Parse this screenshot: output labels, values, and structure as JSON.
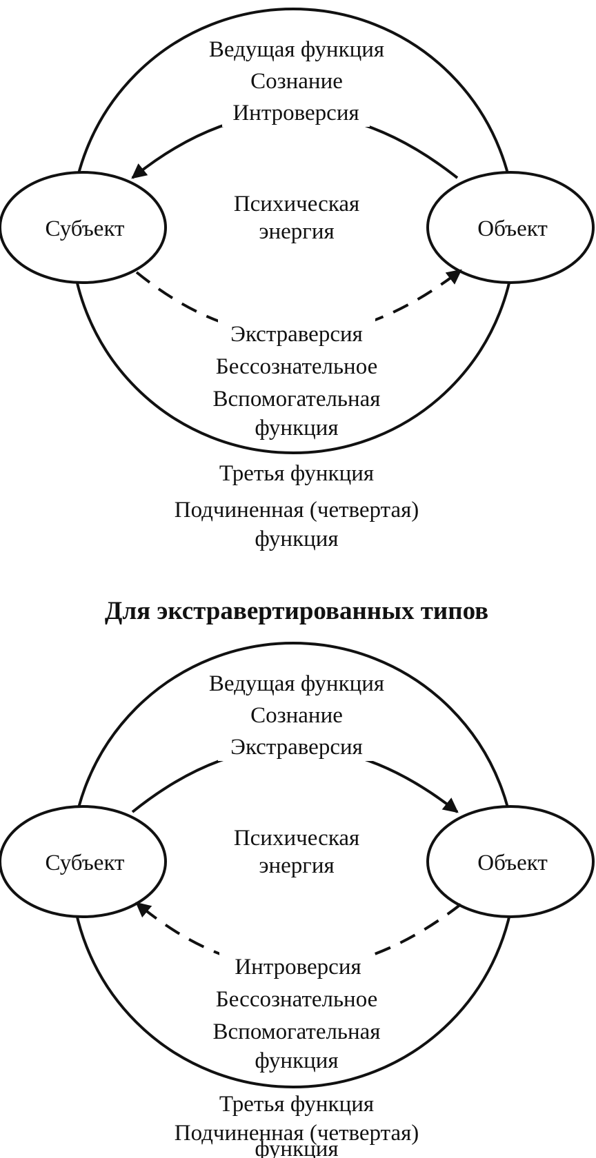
{
  "diagrams": [
    {
      "leading_function": "Ведущая функция",
      "consciousness": "Сознание",
      "top_attitude": "Интроверсия",
      "subject": "Субъект",
      "object": "Объект",
      "energy_line1": "Психическая",
      "energy_line2": "энергия",
      "bottom_attitude": "Экстраверсия",
      "unconscious": "Бессознательное",
      "auxiliary_line1": "Вспомогательная",
      "auxiliary_line2": "функция",
      "third_function": "Третья функция",
      "inferior_line1": "Подчиненная (четвертая)",
      "inferior_line2": "функция"
    },
    {
      "leading_function": "Ведущая функция",
      "consciousness": "Сознание",
      "top_attitude": "Экстраверсия",
      "subject": "Субъект",
      "object": "Объект",
      "energy_line1": "Психическая",
      "energy_line2": "энергия",
      "bottom_attitude": "Интроверсия",
      "unconscious": "Бессознательное",
      "auxiliary_line1": "Вспомогательная",
      "auxiliary_line2": "функция",
      "third_function": "Третья функция",
      "inferior_line1": "Подчиненная (четвертая)",
      "inferior_line2": "функция"
    }
  ],
  "section_heading": "Для экстравертированных типов",
  "colors": {
    "ink": "#111111",
    "background": "#ffffff"
  }
}
